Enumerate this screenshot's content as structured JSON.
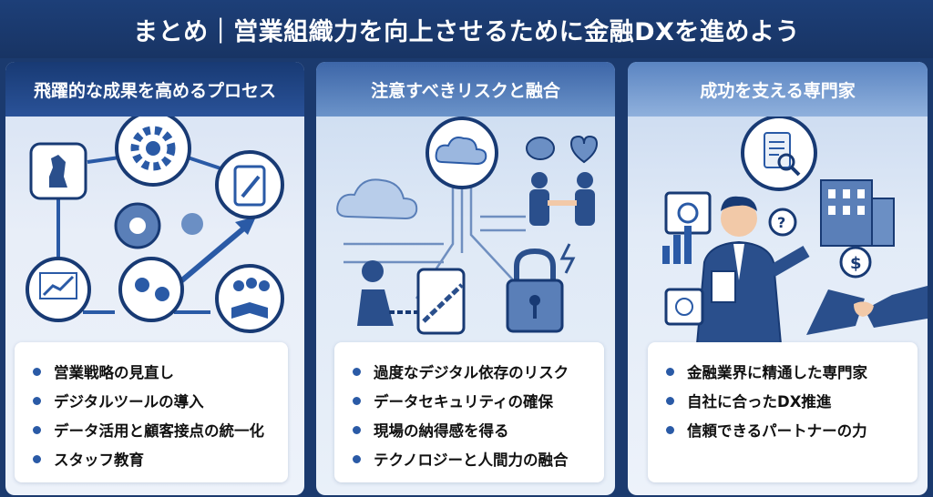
{
  "title": "まとめ｜営業組織力を向上させるために金融DXを進めよう",
  "colors": {
    "navy": "#1b3a6e",
    "accent": "#2a5aa6",
    "light": "#e8eef8"
  },
  "panels": [
    {
      "heading": "飛躍的な成果を高めるプロセス",
      "icons": [
        "chess-knight-icon",
        "gear-icon",
        "tablet-wrench-icon",
        "presentation-chart-icon",
        "people-cycle-icon",
        "team-book-icon",
        "growth-arrow-icon"
      ],
      "items": [
        "営業戦略の見直し",
        "デジタルツールの導入",
        "データ活用と顧客接点の統一化",
        "スタッフ教育"
      ]
    },
    {
      "heading": "注意すべきリスクと融合",
      "icons": [
        "cloud-icon",
        "brain-icon",
        "heart-icon",
        "handshake-people-icon",
        "chained-person-icon",
        "tablet-chain-icon",
        "broken-lock-icon"
      ],
      "items": [
        "過度なデジタル依存のリスク",
        "データセキュリティの確保",
        "現場の納得感を得る",
        "テクノロジーと人間力の融合"
      ]
    },
    {
      "heading": "成功を支える専門家",
      "icons": [
        "document-search-icon",
        "businessman-icon",
        "bank-building-icon",
        "safe-icon",
        "dollar-coin-icon",
        "question-bubble-icon",
        "handshake-icon",
        "bar-chart-icon"
      ],
      "items": [
        "金融業界に精通した専門家",
        "自社に合ったDX推進",
        "信頼できるパートナーの力"
      ]
    }
  ]
}
